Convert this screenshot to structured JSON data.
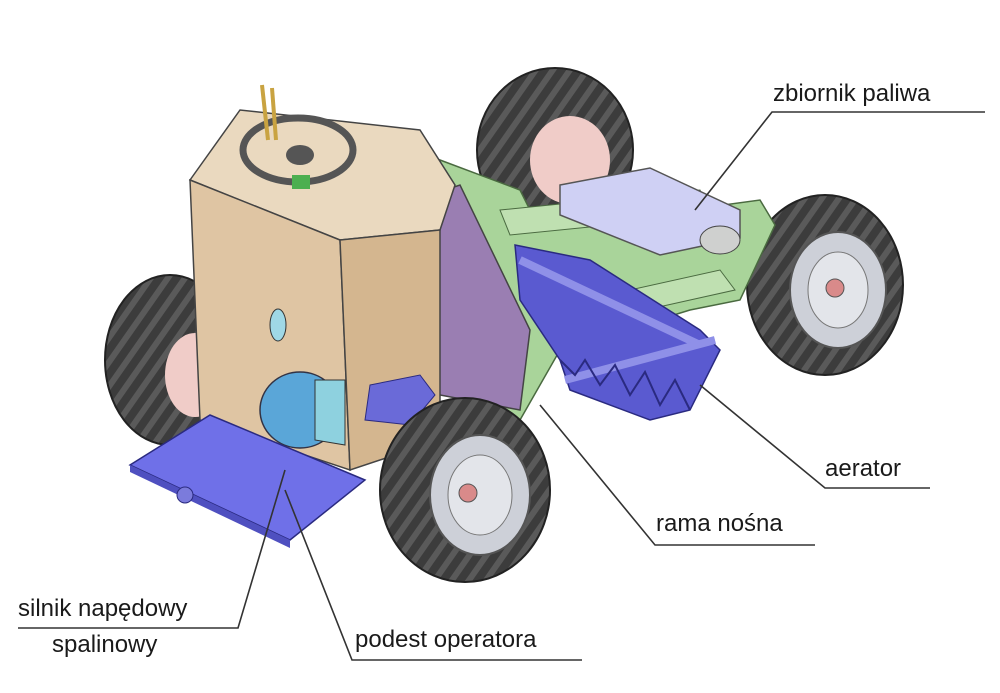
{
  "diagram": {
    "subject": "aerator vehicle CAD model",
    "colors": {
      "cab": "#e6d2b4",
      "cab_side": "#d9bf9c",
      "frame": "#a9d49a",
      "frame_dark": "#7fae70",
      "purple_panel": "#9a7eb2",
      "tank": "#cfd0f4",
      "platform": "#6f70e8",
      "aerator": "#5a5ad0",
      "tire": "#3a3a3a",
      "rim": "#d7d9e0",
      "line": "#333333"
    },
    "labels": {
      "fuel_tank": "zbiornik paliwa",
      "aerator": "aerator",
      "frame": "rama nośna",
      "engine_line1": "silnik napędowy",
      "engine_line2": "spalinowy",
      "platform": "podest operatora"
    }
  }
}
